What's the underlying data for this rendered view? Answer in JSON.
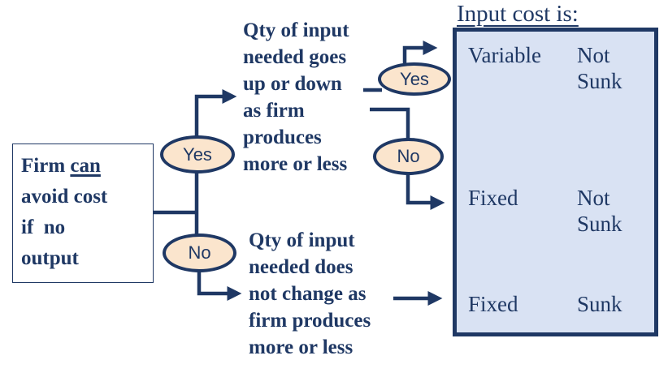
{
  "colors": {
    "ink": "#1F3864",
    "ellipse_fill": "#FBE5CD",
    "box_fill": "#D9E2F3",
    "bg": "#FFFFFF"
  },
  "firm_box": {
    "line1_pre": "Firm ",
    "line1_underline": "can",
    "line2": "avoid cost",
    "line3": "if  no",
    "line4": "output"
  },
  "decisions": {
    "branch1_yes": "Yes",
    "branch1_no": "No",
    "branch2_yes": "Yes",
    "branch2_no": "No"
  },
  "questions": {
    "top": "Qty of input\nneeded goes\nup or down\nas firm\nproduces\nmore or less",
    "bottom": "Qty of input\nneeded does\nnot change as\nfirm produces\nmore or less"
  },
  "result_box": {
    "title": "Input cost is:",
    "rows": [
      {
        "type": "Variable",
        "sunk": "Not\nSunk"
      },
      {
        "type": "Fixed",
        "sunk": "Not\nSunk"
      },
      {
        "type": "Fixed",
        "sunk": "Sunk"
      }
    ]
  }
}
